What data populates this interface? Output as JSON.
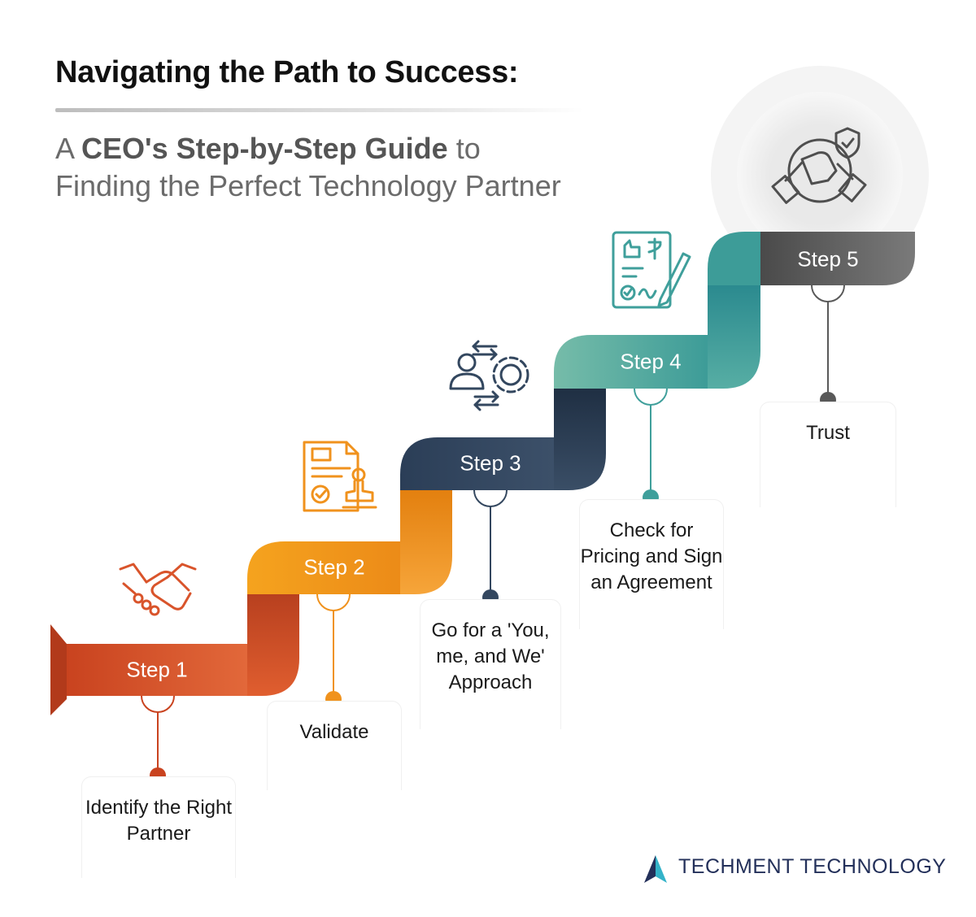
{
  "header": {
    "title": "Navigating the Path to Success:",
    "subtitle_pre": "A",
    "subtitle_bold": "CEO's Step-by-Step Guide",
    "subtitle_post": "to Finding the Perfect Technology Partner"
  },
  "steps": [
    {
      "label": "Step 1",
      "description": "Identify the Right Partner",
      "icon": "handshake-icon",
      "color": "#d9542b"
    },
    {
      "label": "Step 2",
      "description": "Validate",
      "icon": "contract-stamp-icon",
      "color": "#f0921d"
    },
    {
      "label": "Step 3",
      "description": "Go for a 'You, me, and We' Approach",
      "icon": "people-gear-icon",
      "color": "#33475f"
    },
    {
      "label": "Step 4",
      "description": "Check for Pricing and Sign an Agreement",
      "icon": "signed-agreement-icon",
      "color": "#3f9f9b"
    },
    {
      "label": "Step 5",
      "description": "Trust",
      "icon": "trust-handshake-shield-icon",
      "color": "#595959"
    }
  ],
  "brand": {
    "name": "TECHMENT TECHNOLOGY",
    "color": "#23305a",
    "accent": "#34b3c9"
  }
}
